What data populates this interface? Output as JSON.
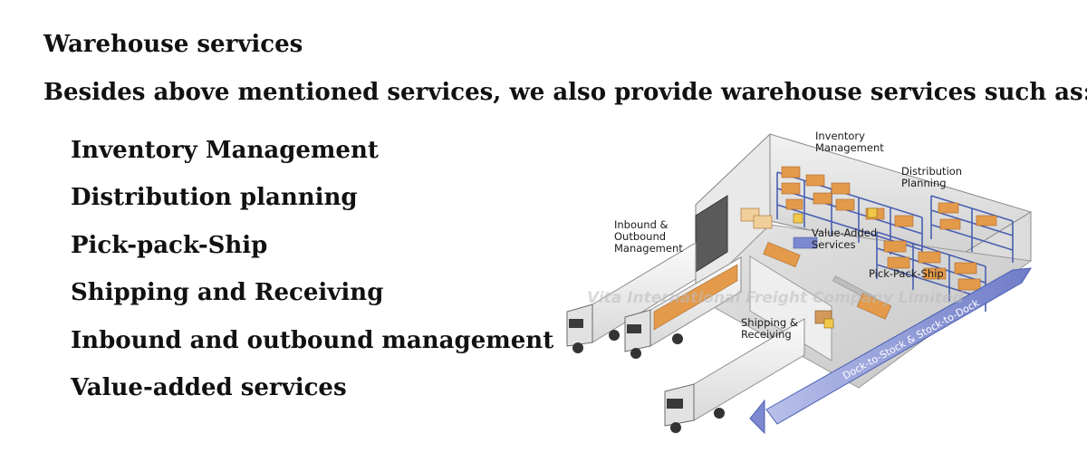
{
  "heading": {
    "title": "Warehouse services",
    "subtitle": "Besides above mentioned services, we also provide warehouse services such as:"
  },
  "services": [
    "Inventory Management",
    "Distribution planning",
    "Pick-pack-Ship",
    "Shipping and Receiving",
    "Inbound and outbound management",
    "Value-added services"
  ],
  "illustration": {
    "labels": {
      "inventory": [
        "Inventory",
        "Management"
      ],
      "distribution": [
        "Distribution",
        "Planning"
      ],
      "inbound": [
        "Inbound &",
        "Outbound",
        "Management"
      ],
      "value_added": [
        "Value-Added",
        "Services"
      ],
      "pick_pack_ship": "Pick-Pack-Ship",
      "shipping": [
        "Shipping &",
        "Receiving"
      ],
      "arrow": "Dock-to-Stock & Stock-to-Dock"
    },
    "watermark": "Vita International Freight Company Limited",
    "colors": {
      "rack_blue": "#4a5fb0",
      "box_orange": "#e39a4a",
      "arrow_blue": "#7c88cf",
      "floor": "#d6d6d6"
    }
  }
}
